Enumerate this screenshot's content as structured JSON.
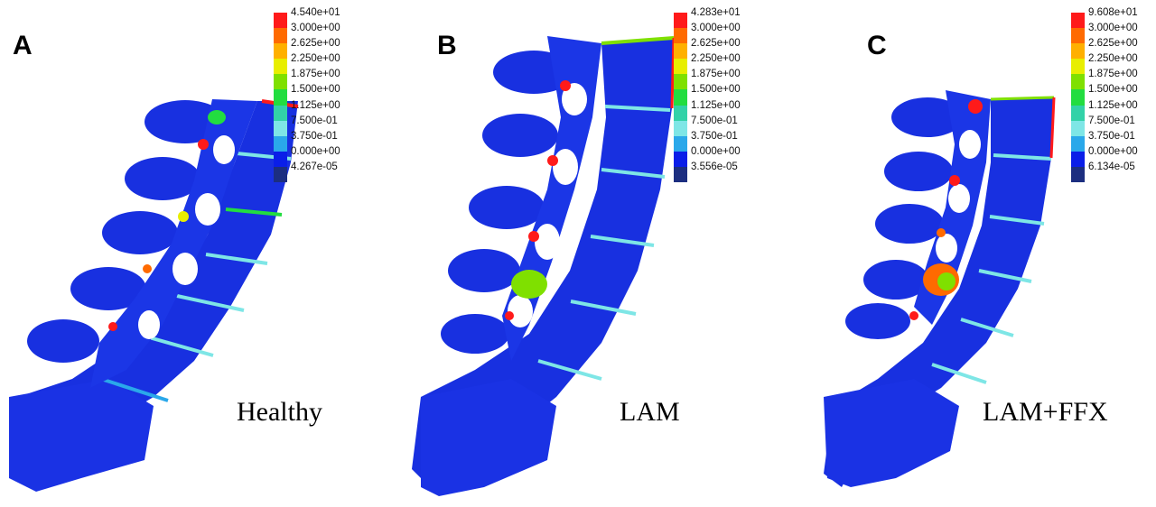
{
  "legend_colors": [
    "#ff1a1a",
    "#ff6a00",
    "#ffb000",
    "#e8ee00",
    "#7fe000",
    "#22dd40",
    "#32d2a8",
    "#7ee6e6",
    "#2aa8ea",
    "#0a1ee8",
    "#1c2e80"
  ],
  "panels": [
    {
      "letter": "A",
      "label": "Healthy",
      "legend": [
        "4.540e+01",
        "3.000e+00",
        "2.625e+00",
        "2.250e+00",
        "1.875e+00",
        "1.500e+00",
        "1.125e+00",
        "7.500e-01",
        "3.750e-01",
        "0.000e+00",
        "4.267e-05"
      ]
    },
    {
      "letter": "B",
      "label": "LAM",
      "legend": [
        "4.283e+01",
        "3.000e+00",
        "2.625e+00",
        "2.250e+00",
        "1.875e+00",
        "1.500e+00",
        "1.125e+00",
        "7.500e-01",
        "3.750e-01",
        "0.000e+00",
        "3.556e-05"
      ]
    },
    {
      "letter": "C",
      "label": "LAM+FFX",
      "legend": [
        "9.608e+01",
        "3.000e+00",
        "2.625e+00",
        "2.250e+00",
        "1.875e+00",
        "1.500e+00",
        "1.125e+00",
        "7.500e-01",
        "3.750e-01",
        "0.000e+00",
        "6.134e-05"
      ]
    }
  ]
}
